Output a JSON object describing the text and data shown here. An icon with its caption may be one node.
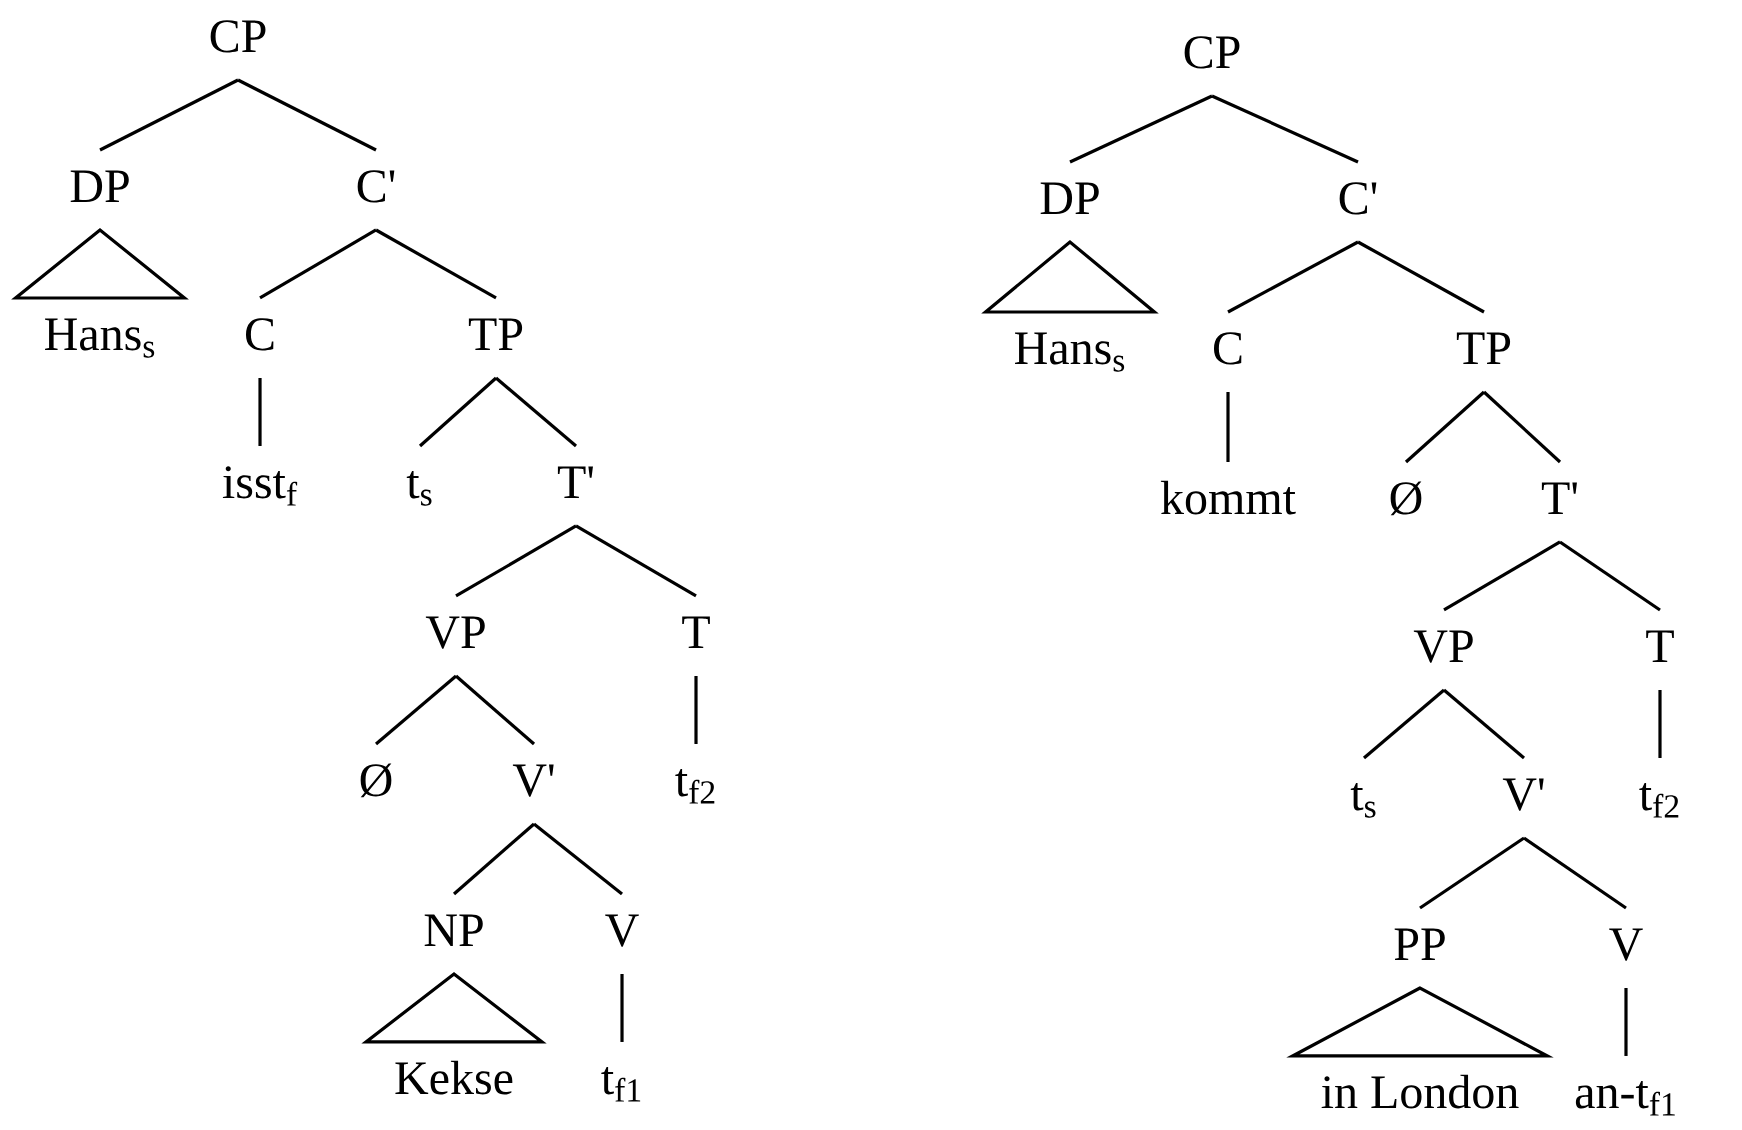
{
  "diagram": {
    "nodes": [
      {
        "text": [
          "CP"
        ]
      },
      {
        "text": [
          "DP"
        ]
      },
      {
        "text": [
          "C'"
        ]
      },
      {
        "text": [
          "Hans$_{s}$"
        ]
      },
      {
        "text": [
          "C"
        ]
      },
      {
        "text": [
          "TP"
        ]
      },
      {
        "text": [
          "isst$_{f}$"
        ]
      },
      {
        "text": [
          "t$_{s}$"
        ]
      },
      {
        "text": [
          "T'"
        ]
      },
      {
        "text": [
          "VP"
        ]
      },
      {
        "text": [
          "T"
        ]
      },
      {
        "text": [
          "Ø"
        ]
      },
      {
        "text": [
          "V'"
        ]
      },
      {
        "text": [
          "t$_{f2}$"
        ]
      },
      {
        "text": [
          "NP"
        ]
      },
      {
        "text": [
          "V"
        ]
      },
      {
        "text": [
          "Kekse"
        ]
      },
      {
        "text": [
          "t$_{f1}$"
        ]
      },
      {
        "text": [
          "CP"
        ]
      },
      {
        "text": [
          "DP"
        ]
      },
      {
        "text": [
          "C'"
        ]
      },
      {
        "text": [
          "Hans$_{s}$"
        ]
      },
      {
        "text": [
          "C"
        ]
      },
      {
        "text": [
          "TP"
        ]
      },
      {
        "text": [
          "kommt"
        ]
      },
      {
        "text": [
          "Ø"
        ]
      },
      {
        "text": [
          "T'"
        ]
      },
      {
        "text": [
          "VP"
        ]
      },
      {
        "text": [
          "T"
        ]
      },
      {
        "text": [
          "t$_{s}$"
        ]
      },
      {
        "text": [
          "V'"
        ]
      },
      {
        "text": [
          "t$_{f2}$"
        ]
      },
      {
        "text": [
          "PP"
        ]
      },
      {
        "text": [
          "V"
        ]
      },
      {
        "text": [
          "in London"
        ]
      },
      {
        "text": [
          "an-t$_{f1}$"
        ]
      }
    ],
    "edges": [
      {
        "from": 0,
        "to": 1,
        "arrow": "none"
      },
      {
        "from": 0,
        "to": 2,
        "arrow": "none"
      },
      {
        "from": 1,
        "to": 3,
        "arrow": "none"
      },
      {
        "from": 2,
        "to": 4,
        "arrow": "none"
      },
      {
        "from": 2,
        "to": 5,
        "arrow": "none"
      },
      {
        "from": 4,
        "to": 6,
        "arrow": "none"
      },
      {
        "from": 5,
        "to": 7,
        "arrow": "none"
      },
      {
        "from": 5,
        "to": 8,
        "arrow": "none"
      },
      {
        "from": 8,
        "to": 9,
        "arrow": "none"
      },
      {
        "from": 8,
        "to": 10,
        "arrow": "none"
      },
      {
        "from": 9,
        "to": 11,
        "arrow": "none"
      },
      {
        "from": 9,
        "to": 12,
        "arrow": "none"
      },
      {
        "from": 10,
        "to": 13,
        "arrow": "none"
      },
      {
        "from": 12,
        "to": 14,
        "arrow": "none"
      },
      {
        "from": 12,
        "to": 15,
        "arrow": "none"
      },
      {
        "from": 14,
        "to": 16,
        "arrow": "none"
      },
      {
        "from": 15,
        "to": 17,
        "arrow": "none"
      },
      {
        "from": 18,
        "to": 19,
        "arrow": "none"
      },
      {
        "from": 18,
        "to": 20,
        "arrow": "none"
      },
      {
        "from": 19,
        "to": 21,
        "arrow": "none"
      },
      {
        "from": 20,
        "to": 22,
        "arrow": "none"
      },
      {
        "from": 20,
        "to": 23,
        "arrow": "none"
      },
      {
        "from": 22,
        "to": 24,
        "arrow": "none"
      },
      {
        "from": 23,
        "to": 25,
        "arrow": "none"
      },
      {
        "from": 23,
        "to": 26,
        "arrow": "none"
      },
      {
        "from": 26,
        "to": 27,
        "arrow": "none"
      },
      {
        "from": 26,
        "to": 28,
        "arrow": "none"
      },
      {
        "from": 27,
        "to": 29,
        "arrow": "none"
      },
      {
        "from": 27,
        "to": 30,
        "arrow": "none"
      },
      {
        "from": 28,
        "to": 31,
        "arrow": "none"
      },
      {
        "from": 30,
        "to": 32,
        "arrow": "none"
      },
      {
        "from": 30,
        "to": 33,
        "arrow": "none"
      },
      {
        "from": 32,
        "to": 34,
        "arrow": "none"
      },
      {
        "from": 33,
        "to": 35,
        "arrow": "none"
      }
    ]
  }
}
